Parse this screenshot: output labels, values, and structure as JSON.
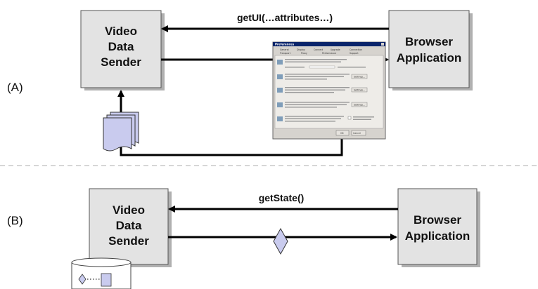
{
  "section_a": {
    "label": "(A)",
    "sender_lines": [
      "Video",
      "Data",
      "Sender"
    ],
    "browser_lines": [
      "Browser",
      "Application"
    ],
    "top_arrow_label": "getUI(…attributes…)",
    "dialog": {
      "title": "Preferences",
      "tabs_row1": [
        "General",
        "Display",
        "Connect",
        "Upgrade",
        "Connection"
      ],
      "tabs_row2": [
        "Transport",
        "Proxy",
        "Performance",
        "Support"
      ],
      "buttons": [
        "Settings...",
        "Settings...",
        "Settings..."
      ],
      "footer_buttons": [
        "OK",
        "Cancel"
      ]
    }
  },
  "section_b": {
    "label": "(B)",
    "sender_lines": [
      "Video",
      "Data",
      "Sender"
    ],
    "browser_lines": [
      "Browser",
      "Application"
    ],
    "top_arrow_label": "getState()"
  },
  "colors": {
    "box_fill": "#e3e3e3",
    "box_border": "#555555",
    "shadow": "#b0b0b0",
    "arrow": "#000000",
    "document_fill": "#c9cbee",
    "diamond_fill": "#c9cbee",
    "separator": "#bdbdbd"
  }
}
